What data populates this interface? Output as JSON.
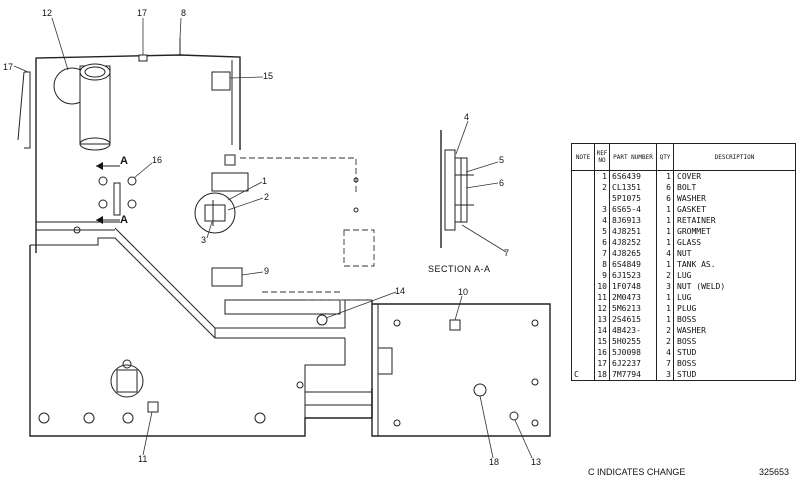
{
  "callouts": [
    "1",
    "2",
    "3",
    "4",
    "5",
    "6",
    "7",
    "8",
    "9",
    "10",
    "11",
    "12",
    "13",
    "14",
    "15",
    "16",
    "17",
    "17",
    "18"
  ],
  "section_marks": [
    "A",
    "A"
  ],
  "section_label": "SECTION A-A",
  "parts_table": {
    "headers": {
      "note": "NOTE",
      "ref": "REF NO",
      "part": "PART NUMBER",
      "qty": "QTY",
      "desc": "DESCRIPTION"
    },
    "rows": [
      {
        "note": "",
        "ref": "1",
        "part": "6S6439",
        "qty": "1",
        "desc": "COVER"
      },
      {
        "note": "",
        "ref": "2",
        "part": "CL1351",
        "qty": "6",
        "desc": "BOLT"
      },
      {
        "note": "",
        "ref": "",
        "part": "5P1075",
        "qty": "6",
        "desc": "WASHER"
      },
      {
        "note": "",
        "ref": "3",
        "part": "6S65-4",
        "qty": "1",
        "desc": "GASKET"
      },
      {
        "note": "",
        "ref": "4",
        "part": "8J6913",
        "qty": "1",
        "desc": "RETAINER"
      },
      {
        "note": "",
        "ref": "5",
        "part": "4J8251",
        "qty": "1",
        "desc": "GROMMET"
      },
      {
        "note": "",
        "ref": "6",
        "part": "4J8252",
        "qty": "1",
        "desc": "GLASS"
      },
      {
        "note": "",
        "ref": "7",
        "part": "4J8265",
        "qty": "4",
        "desc": "NUT"
      },
      {
        "note": "",
        "ref": "8",
        "part": "6S4849",
        "qty": "1",
        "desc": "TANK AS."
      },
      {
        "note": "",
        "ref": "9",
        "part": "6J1523",
        "qty": "2",
        "desc": "LUG"
      },
      {
        "note": "",
        "ref": "10",
        "part": "1F0748",
        "qty": "3",
        "desc": "NUT (WELD)"
      },
      {
        "note": "",
        "ref": "11",
        "part": "2M0473",
        "qty": "1",
        "desc": "LUG"
      },
      {
        "note": "",
        "ref": "12",
        "part": "5M6213",
        "qty": "1",
        "desc": "PLUG"
      },
      {
        "note": "",
        "ref": "13",
        "part": "2S4615",
        "qty": "1",
        "desc": "BOSS"
      },
      {
        "note": "",
        "ref": "14",
        "part": "4B423-",
        "qty": "2",
        "desc": "WASHER"
      },
      {
        "note": "",
        "ref": "15",
        "part": "5H0255",
        "qty": "2",
        "desc": "BOSS"
      },
      {
        "note": "",
        "ref": "16",
        "part": "5J0098",
        "qty": "4",
        "desc": "STUD"
      },
      {
        "note": "",
        "ref": "17",
        "part": "6J2237",
        "qty": "7",
        "desc": "BOSS"
      },
      {
        "note": "C",
        "ref": "18",
        "part": "7M7794",
        "qty": "3",
        "desc": "STUD"
      }
    ]
  },
  "legend_note": "C INDICATES CHANGE",
  "drawing_number": "325653"
}
